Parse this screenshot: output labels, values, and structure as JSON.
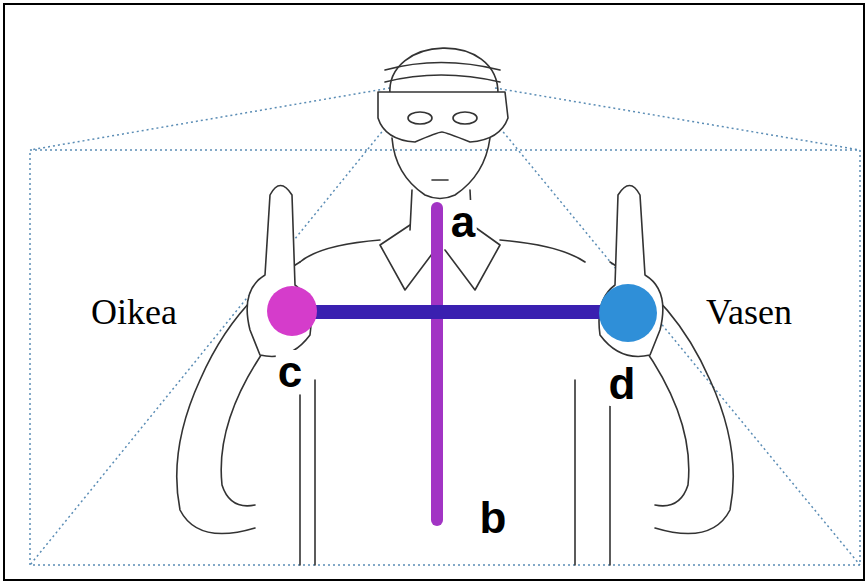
{
  "diagram": {
    "labels": [
      "a",
      "Oikea",
      "c",
      "d",
      "Vasen",
      "b"
    ]
  }
}
